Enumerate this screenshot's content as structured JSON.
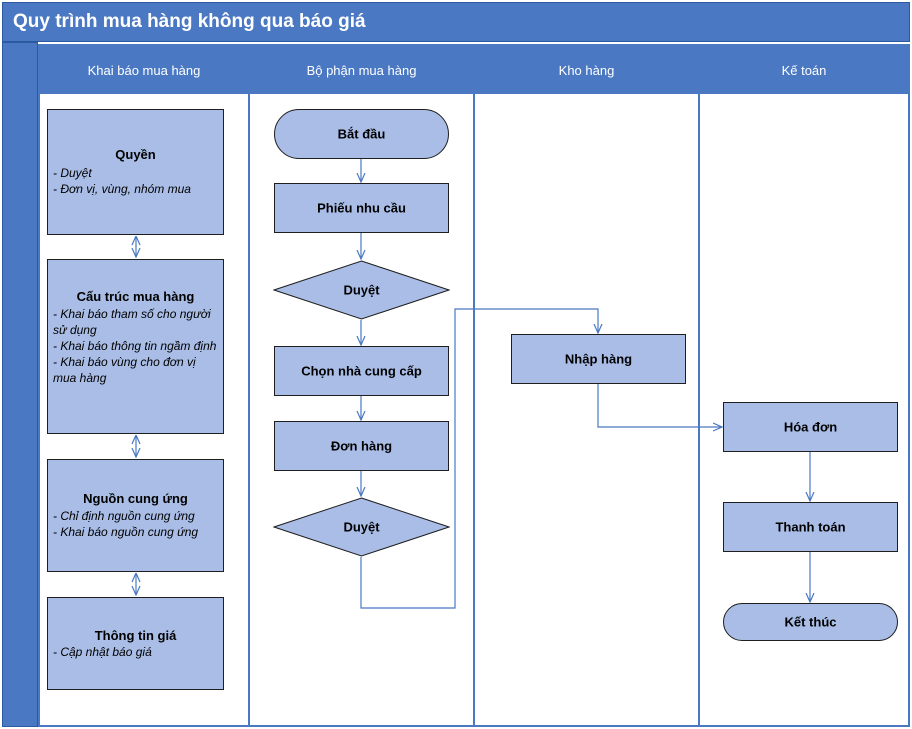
{
  "title": "Quy trình mua hàng không qua báo giá",
  "lanes": [
    {
      "label": "Khai báo mua hàng"
    },
    {
      "label": "Bộ phận mua hàng"
    },
    {
      "label": "Kho hàng"
    },
    {
      "label": "Kế toán"
    }
  ],
  "setup_boxes": [
    {
      "title": "Quyền",
      "items": [
        "- Duyệt",
        "- Đơn vị, vùng, nhóm mua"
      ]
    },
    {
      "title": "Cấu trúc mua hàng",
      "items": [
        "- Khai báo tham số cho người sử dụng",
        "- Khai báo thông tin ngầm định",
        "- Khai báo vùng cho đơn vị mua hàng"
      ]
    },
    {
      "title": "Nguồn cung ứng",
      "items": [
        "- Chỉ định nguồn cung ứng",
        "- Khai báo nguồn cung ứng"
      ]
    },
    {
      "title": "Thông tin giá",
      "items": [
        "- Cập nhật báo giá"
      ]
    }
  ],
  "purchasing_nodes": {
    "start": "Bắt đầu",
    "request": "Phiếu nhu cầu",
    "approve1": "Duyệt",
    "choose_supplier": "Chọn nhà cung cấp",
    "order": "Đơn hàng",
    "approve2": "Duyệt"
  },
  "warehouse_nodes": {
    "receive": "Nhập hàng"
  },
  "accounting_nodes": {
    "invoice": "Hóa đơn",
    "payment": "Thanh toán",
    "end": "Kết thúc"
  },
  "colors": {
    "header": "#4a78c2",
    "node_fill": "#a9bde6",
    "connector": "#4a78c2"
  }
}
